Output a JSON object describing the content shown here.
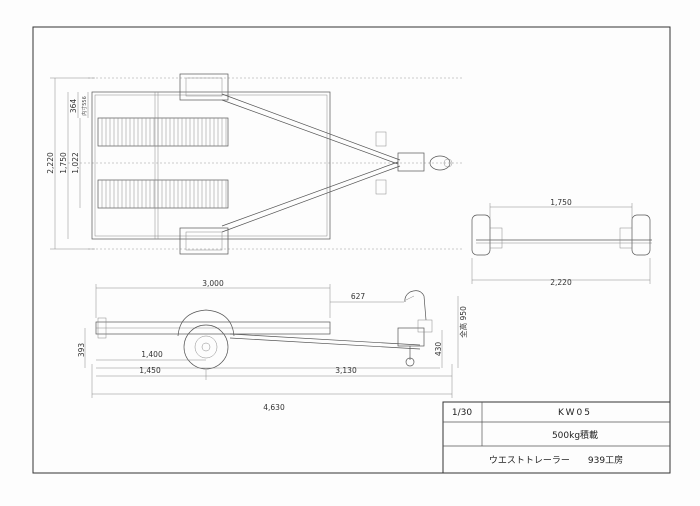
{
  "plan_view": {
    "dim_overall_width": "2,220",
    "dim_track": "1,750",
    "dim_inner": "1,022",
    "dim_top": "364",
    "dim_small_note": "内寸556"
  },
  "rear_view": {
    "dim_track": "1,750",
    "dim_overall": "2,220"
  },
  "side_view": {
    "dim_length_bed": "3,000",
    "dim_tongue": "627",
    "dim_height": "393",
    "dim_axle_pos": "1,400",
    "dim_front": "1,450",
    "dim_rear": "3,130",
    "dim_overall_length": "4,630",
    "dim_hitch_height": "430",
    "dim_total_height": "全高 950"
  },
  "title_block": {
    "scale": "1/30",
    "model": "KW05",
    "capacity": "500kg積載",
    "maker": "ウエストトレーラー　　939工房"
  }
}
